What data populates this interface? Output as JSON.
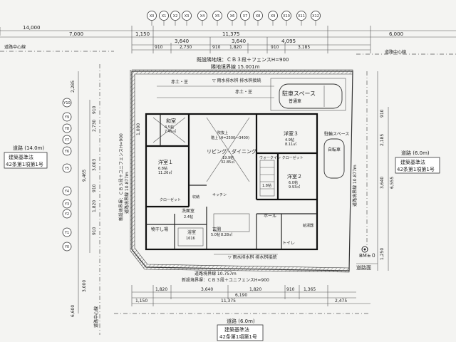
{
  "grid": {
    "top": [
      "X0",
      "X1",
      "X2",
      "X3",
      "X4",
      "X5",
      "X6",
      "X7",
      "X8",
      "X9",
      "X10",
      "X11",
      "X12"
    ],
    "left": [
      "Y10",
      "Y9",
      "Y8",
      "Y7",
      "Y6",
      "Y5",
      "Y4",
      "Y3",
      "Y2",
      "Y1",
      "Y0"
    ]
  },
  "dims": {
    "total_w": "14,000",
    "road_left": "7,000",
    "d1150": "1,150",
    "d11375": "11,375",
    "d3640a": "3,640",
    "d3640b": "3,640",
    "d4095": "4,095",
    "right_road": "6,000",
    "d910a": "910",
    "d2730": "2,730",
    "d910b": "910",
    "d1820": "1,820",
    "d910c": "910",
    "d3185": "3,185",
    "b1820a": "1,820",
    "b3640": "3,640",
    "b1820b": "1,820",
    "b910": "910",
    "b1365": "1,365",
    "b6190": "6,190",
    "b1150": "1,150",
    "b11375": "11,375",
    "b2475": "2,475",
    "l2285": "2,285",
    "l910a": "910",
    "l2730": "2,730",
    "l3003": "3,003",
    "l9465": "9,465",
    "l910b": "910",
    "l1820": "1,820",
    "l910c": "910",
    "l1000": "1,000",
    "l3000": "3,000",
    "l6600": "6,600",
    "r910": "910",
    "r2185": "2,185",
    "r3640": "3,640",
    "r6555": "6,555",
    "r1250": "1,250"
  },
  "labels": {
    "road_center_l": "道路中心線",
    "road_center_r": "道路中心線",
    "fence_top": "既設隣地境：ＣＢ３段＋フェンスH=900",
    "boundary_top": "隣地境界線 15.001m",
    "road_left_title": "道路 (14.0m)",
    "road_left_law1": "建築基準法",
    "road_left_law2": "42条第1項第1号",
    "road_right_title": "道路 (6.0m)",
    "road_right_law1": "建築基準法",
    "road_right_law2": "42条第1項第1号",
    "road_bottom_title": "道路 (6.0m)",
    "road_bottom_law1": "建築基準法",
    "road_bottom_law2": "42条第1項第1号",
    "road_left_bottom": "道路中心線",
    "new_boundary_bottom": "道路境界線 10.757m",
    "new_fence_bottom": "新設境界塀：ＣＢ３段＋ユニフェンスH=900",
    "left_fence_vert": "新設境界塀：ＣＢ３段＋ユニフェンスH=900",
    "left_boundary_vert": "道路境界線 10.877m",
    "right_boundary_vert": "道路境界線 10.877m",
    "rain_top": "▽ 雨水排水桝 排水桝接続",
    "rain_bottom": "▽ 雨水排水桝 排水桝接続",
    "bm": "BM±０",
    "road_surface": "道路面",
    "parking": "駐車スペース",
    "parking_sub": "普通車",
    "bike": "駐輪スペース",
    "bike_sub": "自転車",
    "green1": "赤土・芝",
    "green2": "赤土・芝",
    "water": "給湯器"
  },
  "rooms": {
    "washitsu": {
      "name": "和室",
      "tatami": "4.5帖",
      "area": "7.45㎡"
    },
    "youshitsu1": {
      "name": "洋室１",
      "tatami": "6.8帖",
      "area": "11.26㎡"
    },
    "youshitsu2": {
      "name": "洋室２",
      "tatami": "6.0帖",
      "area": "9.93㎡"
    },
    "youshitsu3": {
      "name": "洋室３",
      "tatami": "4.9帖",
      "area": "8.11㎡"
    },
    "living": {
      "name": "リビング・ダイニング",
      "tatami": "19.9帖",
      "area": "32.85㎡"
    },
    "roof": {
      "name": "吹抜上",
      "note": "階上 (H=2500～3400)"
    },
    "wic": {
      "name": "ウォークイン クローゼット",
      "area": "1.8帖"
    },
    "senmen": {
      "name": "洗面室",
      "area": "2.4帖"
    },
    "bath": {
      "name": "浴室",
      "note": "1616"
    },
    "hall": {
      "name": "ホール"
    },
    "toilet": {
      "name": "トイレ"
    },
    "genkan": {
      "name": "玄関",
      "tatami": "5.0帖",
      "area": "8.28㎡"
    },
    "storage1": {
      "name": "クローゼット"
    },
    "storage2": {
      "name": "収納"
    },
    "monohoshi": {
      "name": "物干し場"
    },
    "kitchen": {
      "name": "キッチン"
    }
  }
}
